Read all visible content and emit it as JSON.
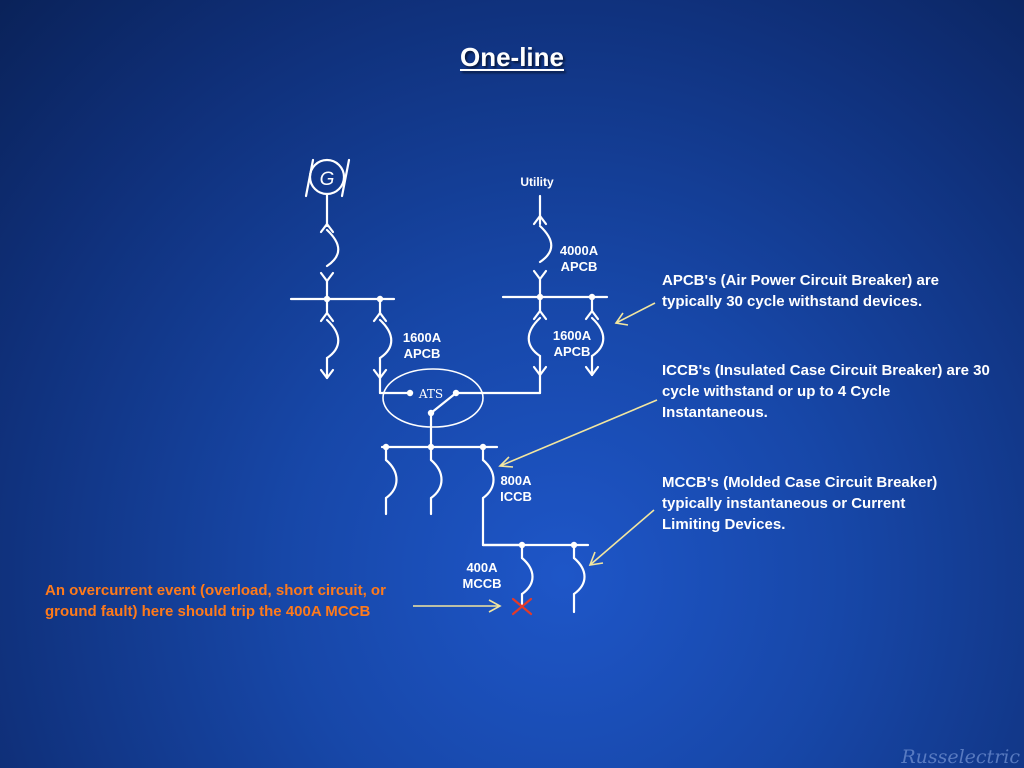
{
  "title": "One-line",
  "diagram": {
    "generator_symbol": "G",
    "utility": "Utility",
    "ats": "ATS",
    "breakers": {
      "utility_main_amps": "4000A",
      "utility_main_type": "APCB",
      "gen_feeder_amps": "1600A",
      "gen_feeder_type": "APCB",
      "util_feeder_amps": "1600A",
      "util_feeder_type": "APCB",
      "iccb_amps": "800A",
      "iccb_type": "ICCB",
      "mccb_amps": "400A",
      "mccb_type": "MCCB"
    }
  },
  "notes": {
    "apcb": "APCB's (Air Power Circuit Breaker) are typically 30 cycle withstand devices.",
    "iccb": "ICCB's (Insulated Case Circuit Breaker) are 30 cycle withstand or up to 4 Cycle Instantaneous.",
    "mccb": "MCCB's (Molded Case Circuit Breaker) typically instantaneous or Current Limiting Devices.",
    "overcurrent": "An overcurrent  event (overload, short circuit, or ground fault) here should trip the 400A MCCB"
  },
  "brand": "Russelectric",
  "colors": {
    "note_orange": "#ff7a1a",
    "arrow_yellow": "#f2e6a0",
    "fault_red": "#e23a2a",
    "line_white": "#ffffff"
  }
}
